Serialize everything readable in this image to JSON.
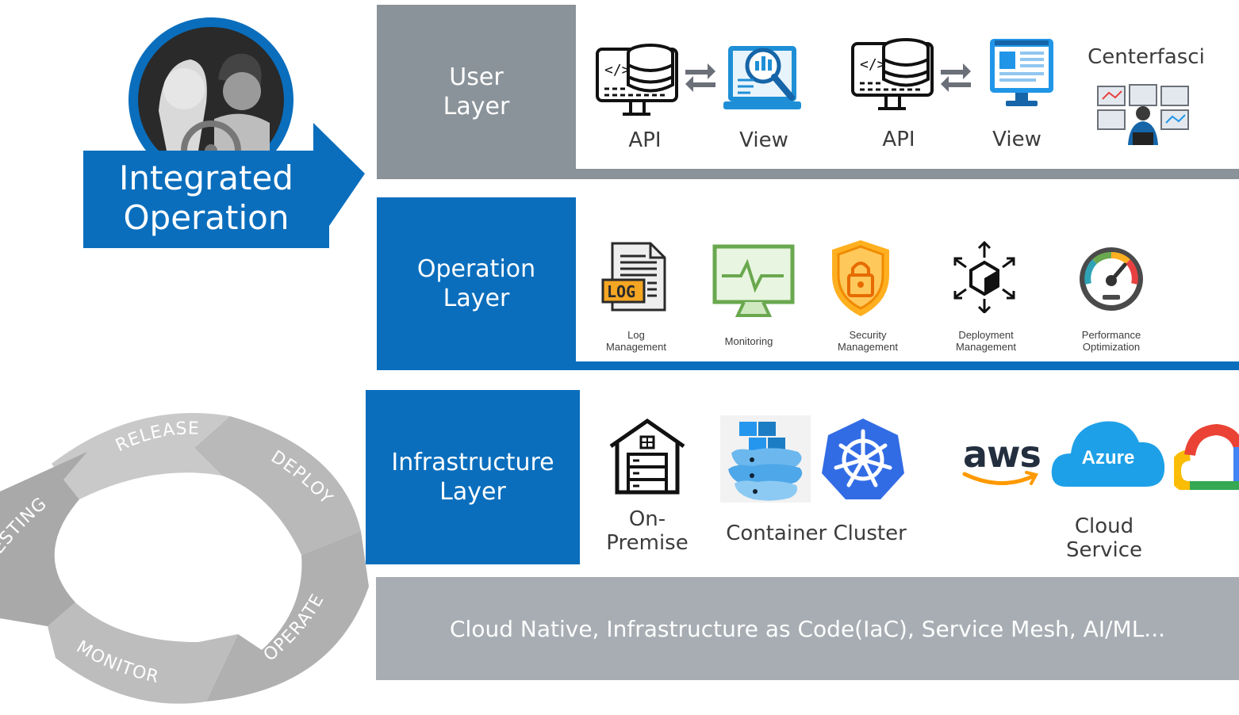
{
  "colors": {
    "blue": "#0a6ebd",
    "gray": "#8a9399",
    "gray_light": "#a7adb3",
    "cycle_gray": "#c4c4c4",
    "cycle_text": "#ffffff"
  },
  "integrated": {
    "line1": "Integrated",
    "line2": "Operation"
  },
  "user_layer": {
    "title_line1": "User",
    "title_line2": "Layer",
    "items": [
      {
        "label": "API",
        "icon": "api-database-monitor-icon"
      },
      {
        "label": "View",
        "icon": "analytics-laptop-icon"
      },
      {
        "label": "API",
        "icon": "api-database-monitor-icon"
      },
      {
        "label": "View",
        "icon": "dashboard-monitor-icon"
      },
      {
        "label": "Centerfasci",
        "icon": "control-center-icon"
      }
    ]
  },
  "operation_layer": {
    "title_line1": "Operation",
    "title_line2": "Layer",
    "items": [
      {
        "line1": "Log",
        "line2": "Management",
        "icon": "log-file-icon"
      },
      {
        "line1": "Monitoring",
        "line2": "",
        "icon": "monitor-heartbeat-icon"
      },
      {
        "line1": "Security",
        "line2": "Management",
        "icon": "security-shield-lock-icon"
      },
      {
        "line1": "Deployment",
        "line2": "Management",
        "icon": "deployment-cube-icon"
      },
      {
        "line1": "Performance",
        "line2": "Optimization",
        "icon": "speedometer-icon"
      }
    ]
  },
  "infra_layer": {
    "title_line1": "Infrastructure",
    "title_line2": "Layer",
    "on_premise_line1": "On-",
    "on_premise_line2": "Premise",
    "container_label": "Container Cluster",
    "cloud_line1": "Cloud",
    "cloud_line2": "Service",
    "aws_text": "aws",
    "azure_text": "Azure"
  },
  "footer_text": "Cloud Native, Infrastructure as Code(IaC), Service Mesh, AI/ML...",
  "cycle": {
    "release": "RELEASE",
    "deploy": "DEPLOY",
    "operate": "OPERATE",
    "monitor": "MONITOR",
    "testing": "ESTING"
  }
}
